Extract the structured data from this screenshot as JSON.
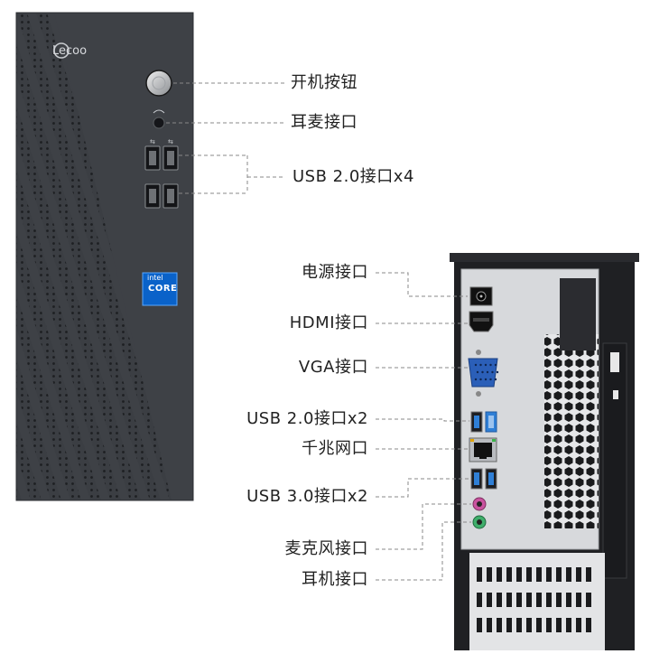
{
  "brand": {
    "logo_text": "Lecoo"
  },
  "badge": {
    "brand": "intel",
    "line": "CORE"
  },
  "front_labels": [
    {
      "id": "power-button",
      "text": "开机按钮"
    },
    {
      "id": "headset-jack",
      "text": "耳麦接口"
    },
    {
      "id": "front-usb20",
      "text": "USB 2.0接口x4"
    }
  ],
  "rear_labels": [
    {
      "id": "power-port",
      "text": "电源接口"
    },
    {
      "id": "hdmi-port",
      "text": "HDMI接口"
    },
    {
      "id": "vga-port",
      "text": "VGA接口"
    },
    {
      "id": "rear-usb20",
      "text": "USB 2.0接口x2"
    },
    {
      "id": "gigabit-lan",
      "text": "千兆网口"
    },
    {
      "id": "rear-usb30",
      "text": "USB 3.0接口x2"
    },
    {
      "id": "mic-jack",
      "text": "麦克风接口"
    },
    {
      "id": "headphone-jack",
      "text": "耳机接口"
    }
  ],
  "colors": {
    "chassis": "#3e4146",
    "chassis_dark": "#2b2d31",
    "rear_panel": "#1f2023",
    "io_plate": "#d7d9dc",
    "usb3_blue": "#2f7fd6",
    "mic_pink": "#c9539f",
    "headphone_green": "#3fae6b",
    "leader_line": "#888888"
  }
}
